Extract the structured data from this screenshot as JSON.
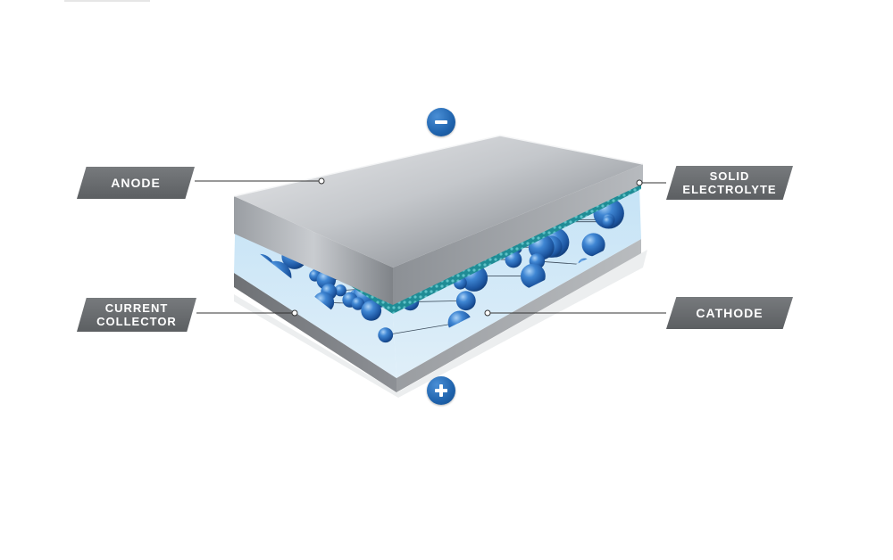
{
  "labels": {
    "anode": "ANODE",
    "current_collector": [
      "CURRENT",
      "COLLECTOR"
    ],
    "solid_electrolyte": [
      "SOLID",
      "ELECTROLYTE"
    ],
    "cathode": "CATHODE"
  },
  "terminals": {
    "negative": "negative-icon",
    "positive": "positive-icon"
  },
  "colors": {
    "label_fill": "#6b6e71",
    "terminal_blue": "#1f63ad",
    "electrolyte_teal": "#1f8c95",
    "particle_blue": "#2f6fc0"
  }
}
